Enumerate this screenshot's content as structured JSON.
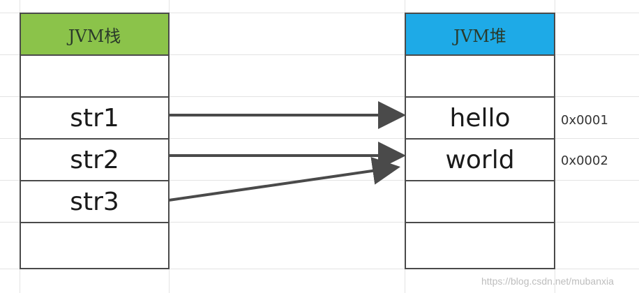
{
  "stack": {
    "title": "JVM栈",
    "header_color": "#8BC34A",
    "cells": [
      "",
      "str1",
      "str2",
      "str3",
      ""
    ]
  },
  "heap": {
    "title": "JVM堆",
    "header_color": "#1EAAE7",
    "cells": [
      "",
      "hello",
      "world",
      "",
      ""
    ],
    "addresses": [
      "",
      "0x0001",
      "0x0002",
      "",
      ""
    ]
  },
  "references": [
    {
      "from": "str1",
      "to": "hello"
    },
    {
      "from": "str2",
      "to": "world"
    },
    {
      "from": "str3",
      "to": "world"
    }
  ],
  "watermark": "https://blog.csdn.net/mubanxia"
}
